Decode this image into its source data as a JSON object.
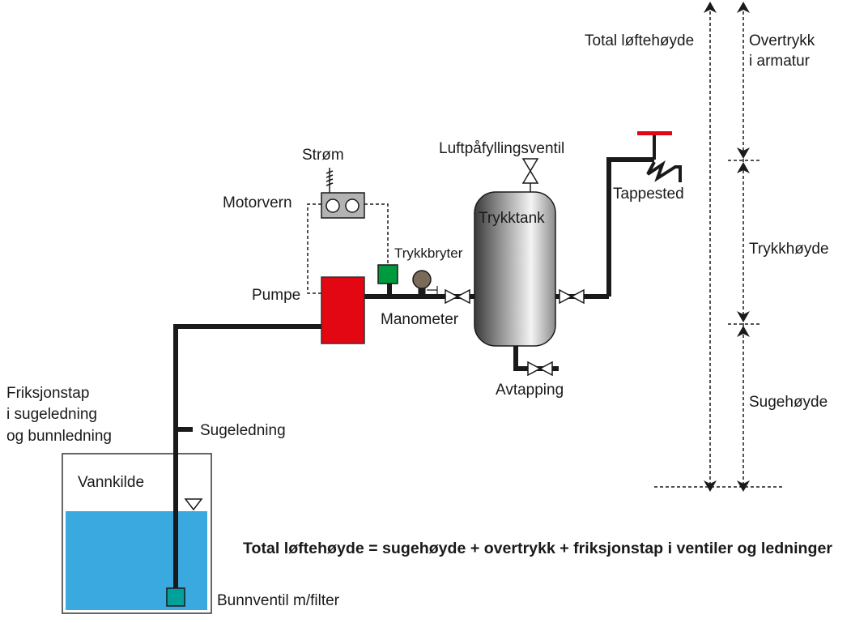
{
  "labels": {
    "strom": "Strøm",
    "motorvern": "Motorvern",
    "pumpe": "Pumpe",
    "trykkbryter": "Trykkbryter",
    "manometer": "Manometer",
    "luftpafyllingsventil": "Luftpåfyllingsventil",
    "trykktank": "Trykktank",
    "avtapping": "Avtapping",
    "tappested": "Tappested",
    "total_lofteh": "Total løftehøyde",
    "overtrykk_1": "Overtrykk",
    "overtrykk_2": "i armatur",
    "trykkhoyde": "Trykkhøyde",
    "sugehoyde": "Sugehøyde",
    "friksjon_1": "Friksjonstap",
    "friksjon_2": "i sugeledning",
    "friksjon_3": "og bunnledning",
    "sugeledning": "Sugeledning",
    "vannkilde": "Vannkilde",
    "bunnventil": "Bunnventil m/filter"
  },
  "formula": "Total løftehøyde = sugehøyde + overtrykk + friksjonstap i ventiler og ledninger",
  "colors": {
    "pipe": "#1a1a1a",
    "pump": "#e30613",
    "pressure_switch": "#009a3e",
    "manometer": "#7a6a58",
    "motor_guard": "#b3b3b3",
    "water": "#3aa9e0",
    "foot_valve": "#00a19a",
    "tap_handle": "#e30613"
  }
}
